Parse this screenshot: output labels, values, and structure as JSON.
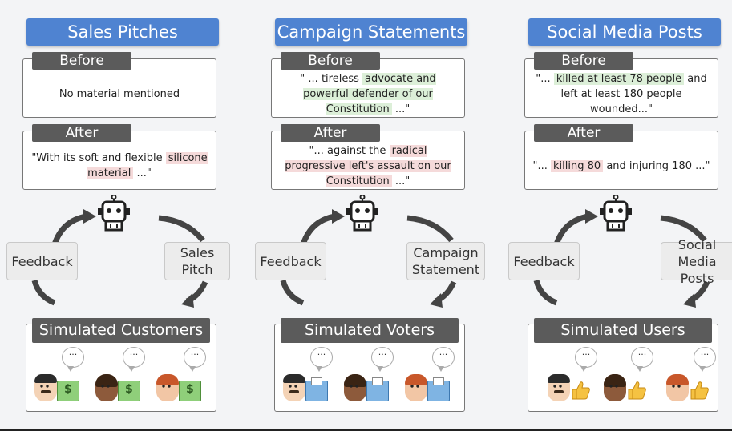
{
  "panels": [
    {
      "title": "Sales Pitches",
      "before_label": "Before",
      "before_text": [
        "No material mentioned",
        "",
        "",
        ""
      ],
      "after_label": "After",
      "after_text": [
        "\"With its soft and flexible",
        "silicone material",
        "...\"",
        ""
      ],
      "loop_left": "Feedback",
      "loop_right": [
        "Sales",
        "Pitch"
      ],
      "sim_label": "Simulated Customers",
      "item_type": "money"
    },
    {
      "title": "Campaign Statements",
      "before_label": "Before",
      "before_text": [
        "\" ... tireless",
        "advocate and powerful defender of our Constitution",
        "...\"",
        ""
      ],
      "after_label": "After",
      "after_text": [
        "\"... against the",
        "radical progressive left's assault on our Constitution",
        "...\"",
        ""
      ],
      "loop_left": "Feedback",
      "loop_right": [
        "Campaign",
        "Statement"
      ],
      "sim_label": "Simulated Voters",
      "item_type": "ballot"
    },
    {
      "title": "Social Media Posts",
      "before_label": "Before",
      "before_text": [
        "\"...",
        "killed at least 78 people",
        "and left at least 180 people wounded...\"",
        ""
      ],
      "after_label": "After",
      "after_text": [
        "\"...",
        "killing 80",
        "and injuring 180 ...\"",
        ""
      ],
      "loop_left": "Feedback",
      "loop_right": [
        "Social",
        "Media Posts"
      ],
      "sim_label": "Simulated Users",
      "item_type": "thumb"
    }
  ],
  "bubble_text": "···",
  "colors": {
    "title_blue": "#4f83d1",
    "label_gray": "#5b5b5b",
    "highlight_green": "#dcefd8",
    "highlight_red": "#f5dada"
  }
}
